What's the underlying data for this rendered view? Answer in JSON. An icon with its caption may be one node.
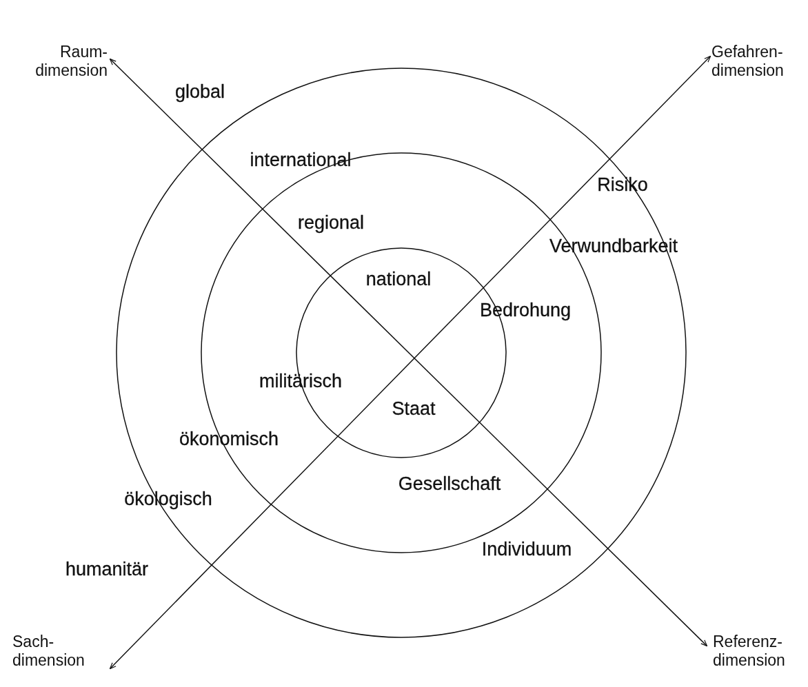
{
  "diagram": {
    "nodes": [
      {
        "text": [
          "Raum- dimension"
        ]
      },
      {
        "text": [
          "Gefahren- dimension"
        ]
      },
      {
        "text": [
          "Sach- dimension"
        ]
      },
      {
        "text": [
          "Referenz- dimension"
        ]
      }
    ],
    "edges": [
      {
        "from": 0,
        "to": 3,
        "arrow": "both"
      },
      {
        "from": 2,
        "to": 1,
        "arrow": "both"
      }
    ],
    "labels": [
      "global",
      "international",
      "Risiko",
      "regional",
      "Verwundbarkeit",
      "national",
      "Bedrohung",
      "militärisch",
      "Staat",
      "ökonomisch",
      "Gesellschaft",
      "ökologisch",
      "Individuum",
      "humanitär"
    ]
  }
}
